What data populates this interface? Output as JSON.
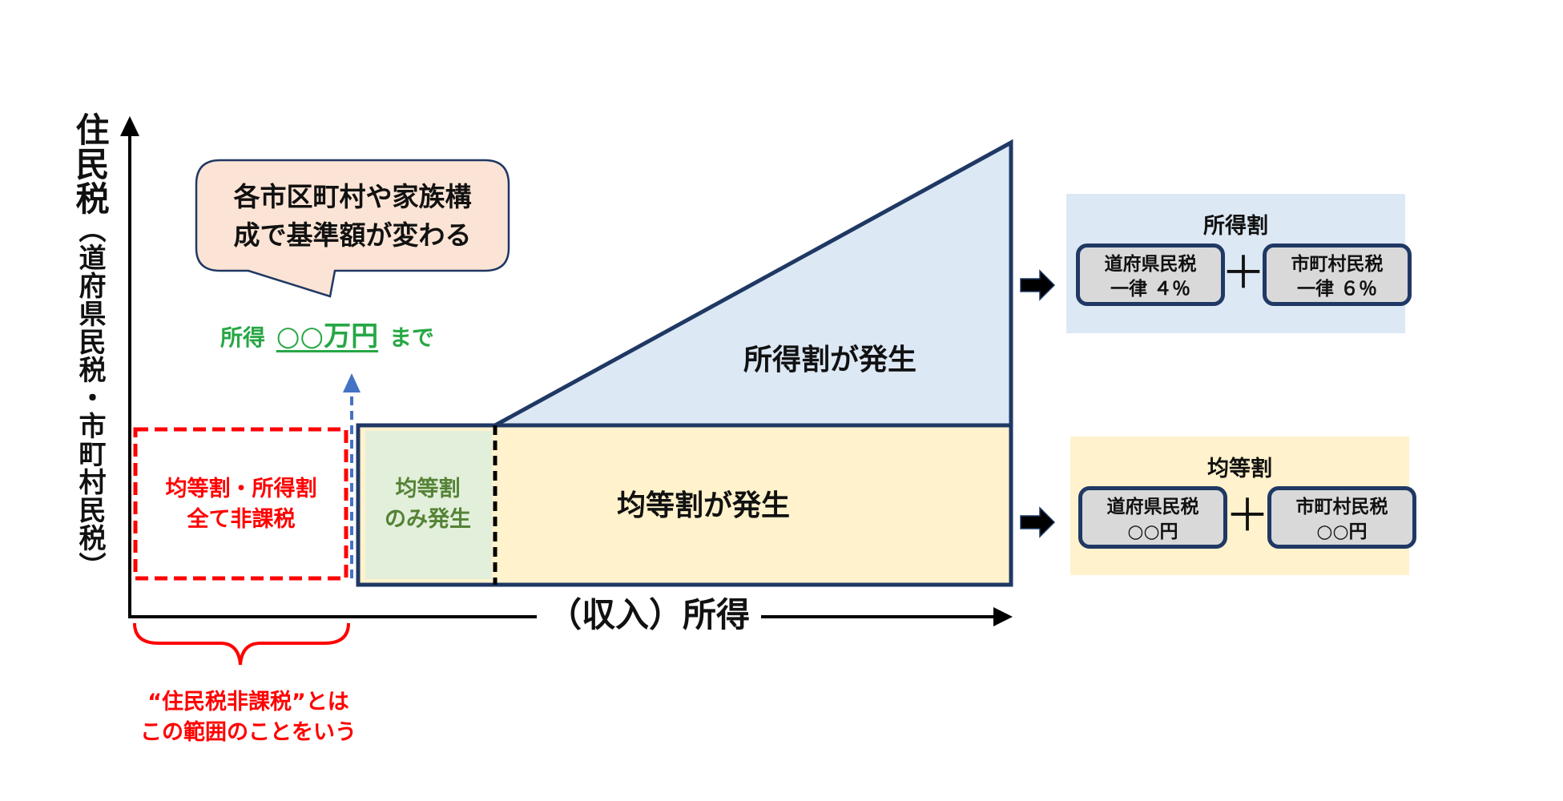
{
  "axes": {
    "y_label_main": "住民税",
    "y_label_sub": "（道府県民税・市町村民税）",
    "x_label": "（収入）所得"
  },
  "speech_bubble": {
    "line1": "各市区町村や家族構",
    "line2": "成で基準額が変わる"
  },
  "threshold_note": {
    "prefix": "所得",
    "amount": "○○万円",
    "suffix": "まで"
  },
  "regions": {
    "non_taxable": {
      "line1": "均等割・所得割",
      "line2": "全て非課税"
    },
    "equal_only": {
      "line1": "均等割",
      "line2": "のみ発生"
    },
    "equal_levy": "均等割が発生",
    "income_levy": "所得割が発生"
  },
  "bracket_note": {
    "line1": "“住民税非課税”とは",
    "line2": "この範囲のことをいう"
  },
  "panels": {
    "income_levy": {
      "title": "所得割",
      "prefectural": {
        "name": "道府県民税",
        "value": "一律 ４％"
      },
      "municipal": {
        "name": "市町村民税",
        "value": "一律 ６％"
      },
      "plus": "＋"
    },
    "equal_levy": {
      "title": "均等割",
      "prefectural": {
        "name": "道府県民税",
        "value": "○○円"
      },
      "municipal": {
        "name": "市町村民税",
        "value": "○○円"
      },
      "plus": "＋"
    }
  },
  "colors": {
    "income_fill": "#dde8f5",
    "equal_fill": "#fff2cc",
    "equal_only_fill": "#e2efda",
    "bubble_fill": "#fbe4d5",
    "outline": "#1f3864",
    "red": "#ff0000",
    "green_text": "#27a745",
    "blue_arrow": "#4472c4",
    "box_fill": "#d9d9d9"
  }
}
